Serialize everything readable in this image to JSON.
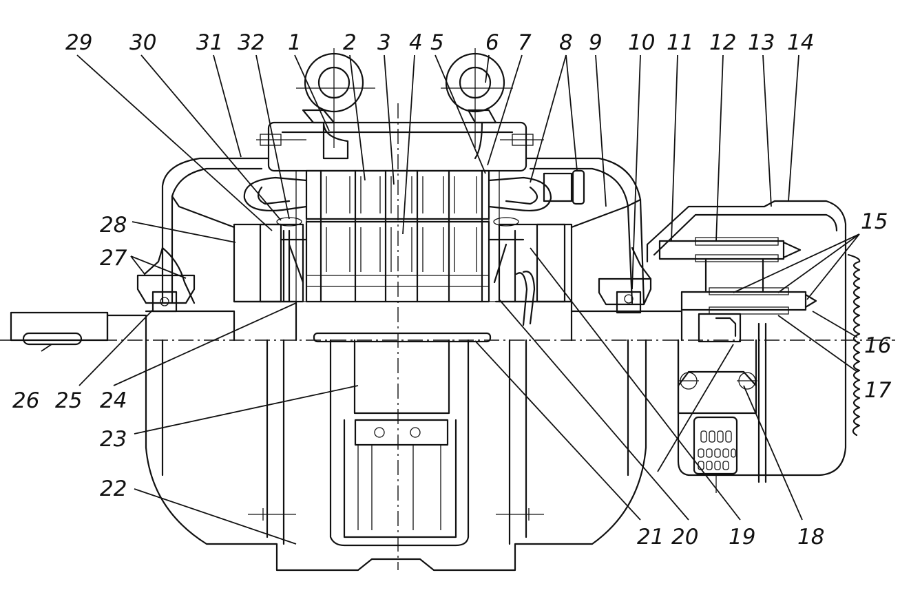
{
  "diagram": {
    "callouts": [
      {
        "id": "c1",
        "text": "1"
      },
      {
        "id": "c2",
        "text": "2"
      },
      {
        "id": "c3",
        "text": "3"
      },
      {
        "id": "c4",
        "text": "4"
      },
      {
        "id": "c5",
        "text": "5"
      },
      {
        "id": "c6",
        "text": "6"
      },
      {
        "id": "c7",
        "text": "7"
      },
      {
        "id": "c8",
        "text": "8"
      },
      {
        "id": "c9",
        "text": "9"
      },
      {
        "id": "c10",
        "text": "10"
      },
      {
        "id": "c11",
        "text": "11"
      },
      {
        "id": "c12",
        "text": "12"
      },
      {
        "id": "c13",
        "text": "13"
      },
      {
        "id": "c14",
        "text": "14"
      },
      {
        "id": "c15",
        "text": "15"
      },
      {
        "id": "c16",
        "text": "16"
      },
      {
        "id": "c17",
        "text": "17"
      },
      {
        "id": "c18",
        "text": "18"
      },
      {
        "id": "c19",
        "text": "19"
      },
      {
        "id": "c20",
        "text": "20"
      },
      {
        "id": "c21",
        "text": "21"
      },
      {
        "id": "c22",
        "text": "22"
      },
      {
        "id": "c23",
        "text": "23"
      },
      {
        "id": "c24",
        "text": "24"
      },
      {
        "id": "c25",
        "text": "25"
      },
      {
        "id": "c26",
        "text": "26"
      },
      {
        "id": "c27",
        "text": "27"
      },
      {
        "id": "c28",
        "text": "28"
      },
      {
        "id": "c29",
        "text": "29"
      },
      {
        "id": "c30",
        "text": "30"
      },
      {
        "id": "c31",
        "text": "31"
      },
      {
        "id": "c32",
        "text": "32"
      }
    ],
    "colors": {
      "ink": "#111111",
      "paper": "#ffffff"
    }
  }
}
